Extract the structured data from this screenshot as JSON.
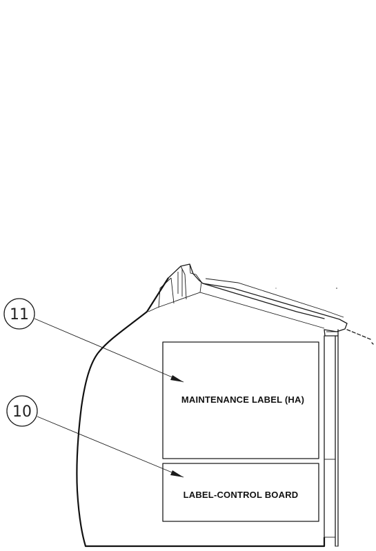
{
  "callouts": [
    {
      "number": "11",
      "label": "MAINTENANCE LABEL (HA)"
    },
    {
      "number": "10",
      "label": "LABEL-CONTROL BOARD"
    }
  ]
}
